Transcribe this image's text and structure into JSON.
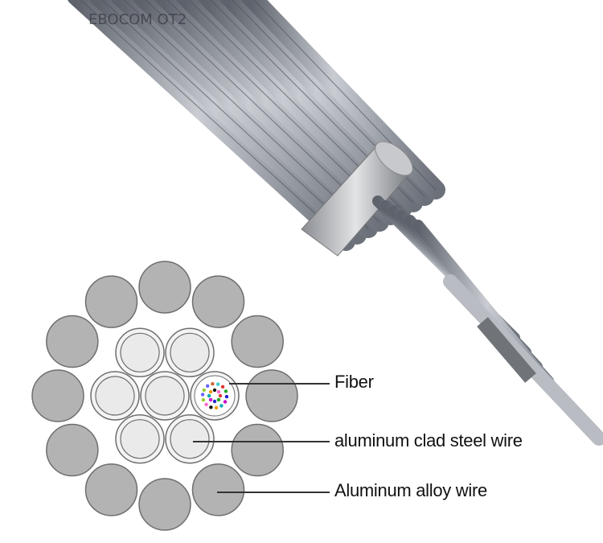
{
  "watermark": "EBOCOM OT2",
  "labels": {
    "fiber": "Fiber",
    "steel": "aluminum clad steel wire",
    "alloy": "Aluminum alloy wire"
  },
  "colors": {
    "alloy_wire": "#b3b3b3",
    "steel_wire": "#eaeaea",
    "outline": "#6e6e6e",
    "cable": "#8e939c"
  }
}
